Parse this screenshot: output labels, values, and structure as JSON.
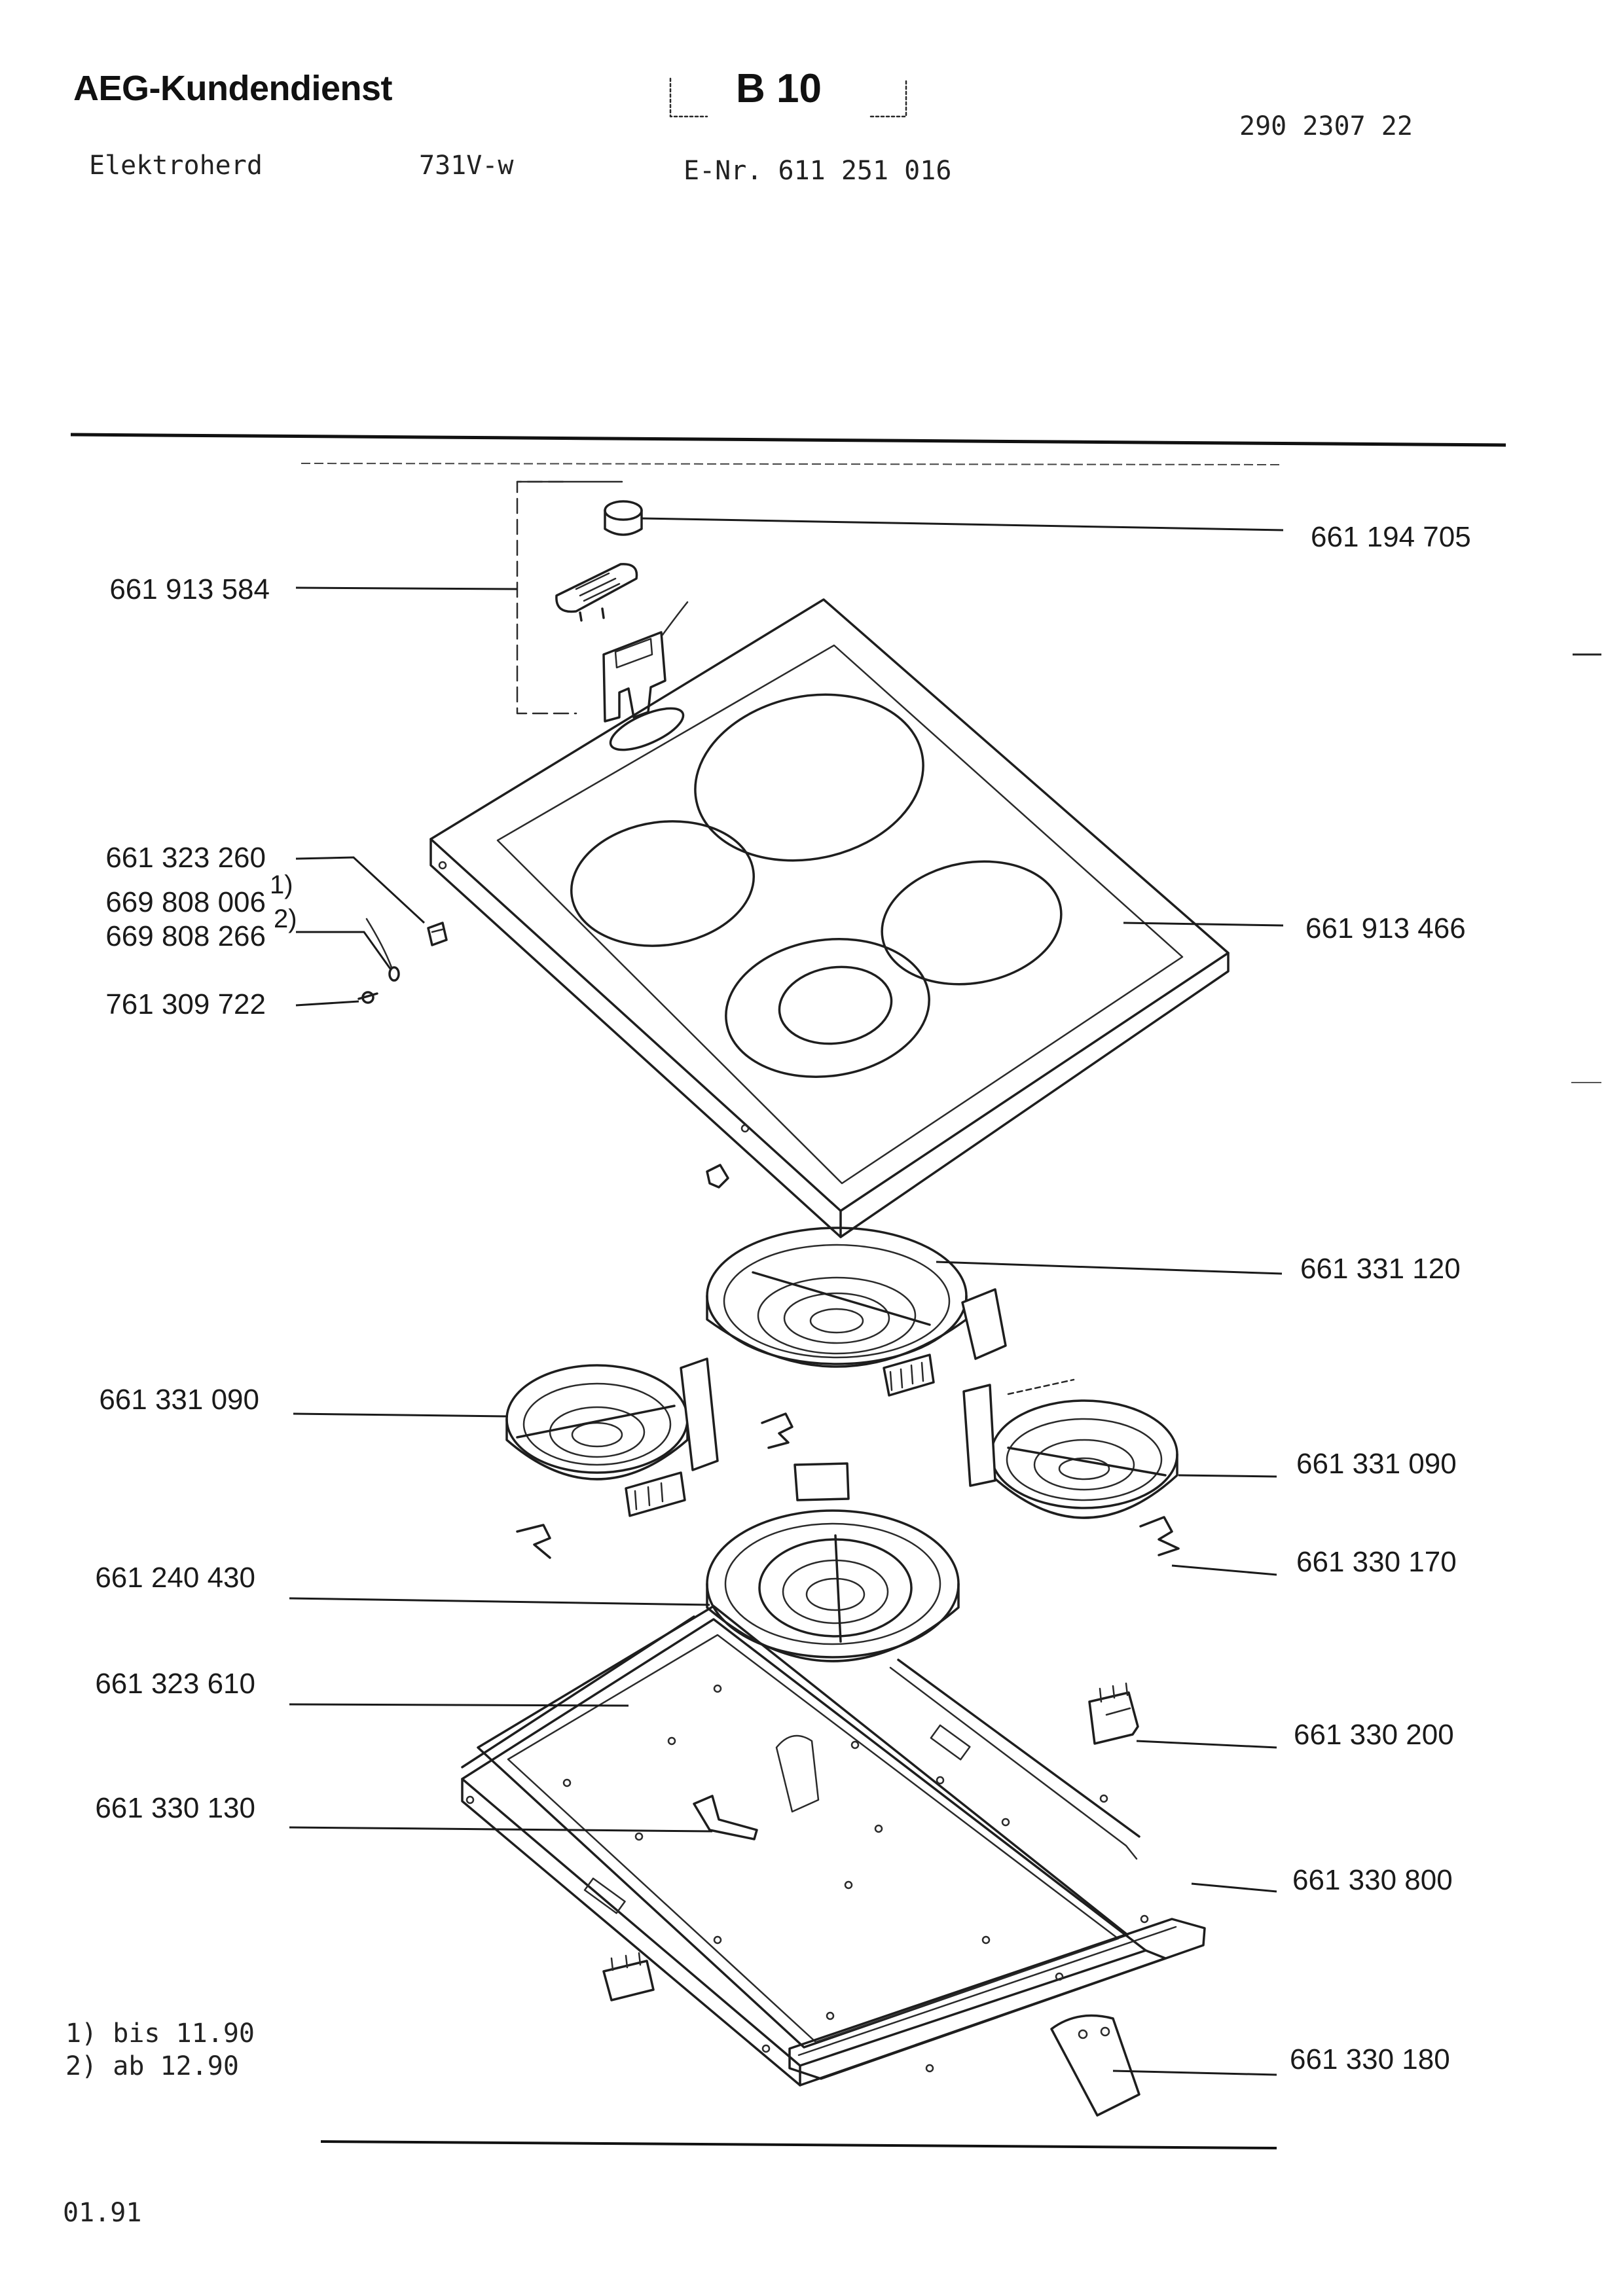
{
  "header": {
    "brand": "AEG-Kundendienst",
    "section_code": "B 10",
    "doc_number": "290 2307 22",
    "product": "Elektroherd",
    "model": "731V-w",
    "e_number": "E-Nr. 611 251 016"
  },
  "parts": {
    "knob": "661 194 705",
    "indicator_assembly": "661 913 584",
    "hob_frame": "661 913 466",
    "connector_terminal": "661 323 260",
    "lamp_variant_1": "669 808 006",
    "lamp_variant_1_ref": "1)",
    "lamp_variant_2": "669 808 266",
    "lamp_variant_2_ref": "2)",
    "screw": "761 309 722",
    "large_radiant_heater": "661 331 120",
    "left_heater": "661 331 090",
    "right_heater": "661 331 090",
    "heater_clip": "661 330 170",
    "dual_heater": "661 240 430",
    "base_tray": "661 323 610",
    "terminal_block": "661 330 200",
    "bracket": "661 330 130",
    "side_rail": "661 330 800",
    "mounting_bracket": "661 330 180"
  },
  "footnotes": {
    "note_1": "1) bis 11.90",
    "note_2": "2) ab 12.90"
  },
  "footer": {
    "date": "01.91"
  }
}
